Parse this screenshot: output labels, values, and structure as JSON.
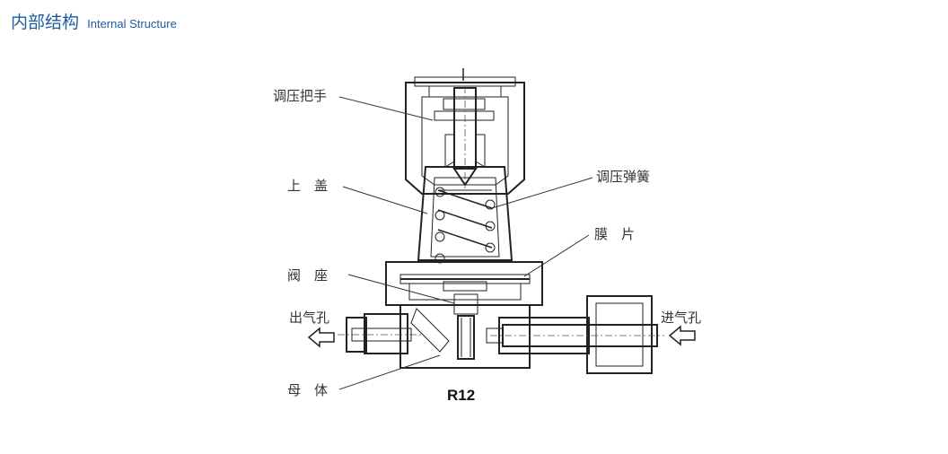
{
  "header": {
    "title_cn": "内部结构",
    "title_en": "Internal Structure"
  },
  "diagram": {
    "labels": {
      "knob": "调压把手",
      "bonnet": "上　盖",
      "spring": "调压弹簧",
      "diaphragm": "膜　片",
      "seat": "阀　座",
      "outlet": "出气孔",
      "inlet": "进气孔",
      "body": "母　体"
    },
    "model": "R12"
  },
  "colors": {
    "title": "#1e5a9e",
    "line": "#222222",
    "label": "#333333"
  }
}
